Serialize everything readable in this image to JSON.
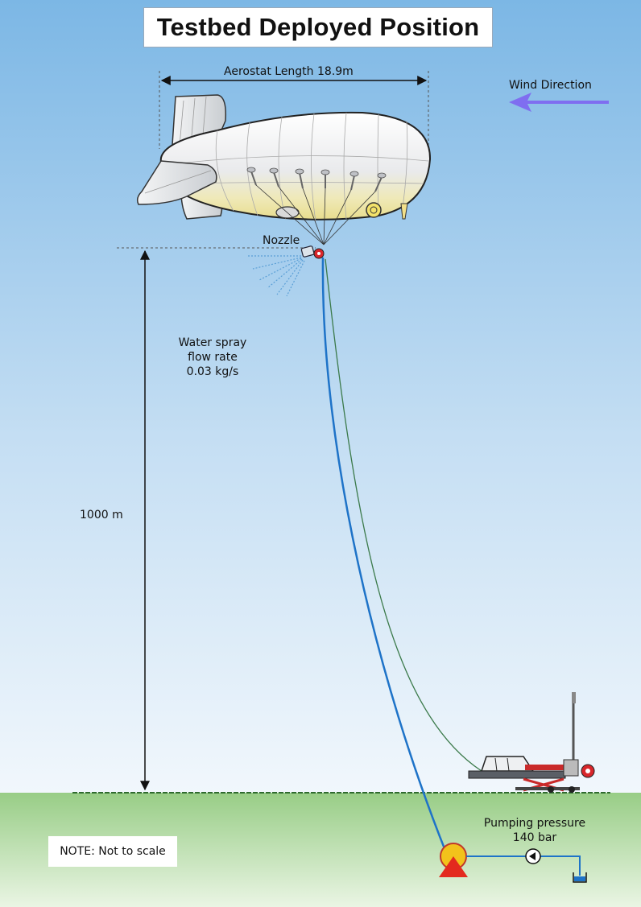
{
  "title": "Testbed Deployed Position",
  "labels": {
    "aerostat_length": "Aerostat Length 18.9m",
    "wind_direction": "Wind Direction",
    "nozzle": "Nozzle",
    "spray_line1": "Water spray",
    "spray_line2": "flow rate",
    "spray_line3": "0.03 kg/s",
    "altitude": "1000 m",
    "pump_line1": "Pumping pressure",
    "pump_line2": "140 bar",
    "note": "NOTE: Not to scale"
  },
  "colors": {
    "sky_top": "#7fb9e6",
    "sky_bottom": "#eef5fb",
    "ground_top": "#9fd08c",
    "ground_bottom": "#e6f3df",
    "water_line": "#1e73c8",
    "tether": "#3b7a4a",
    "wind_arrow": "#7f6ef0",
    "pump_red": "#e32a1e",
    "pump_yellow": "#f2c21b"
  }
}
